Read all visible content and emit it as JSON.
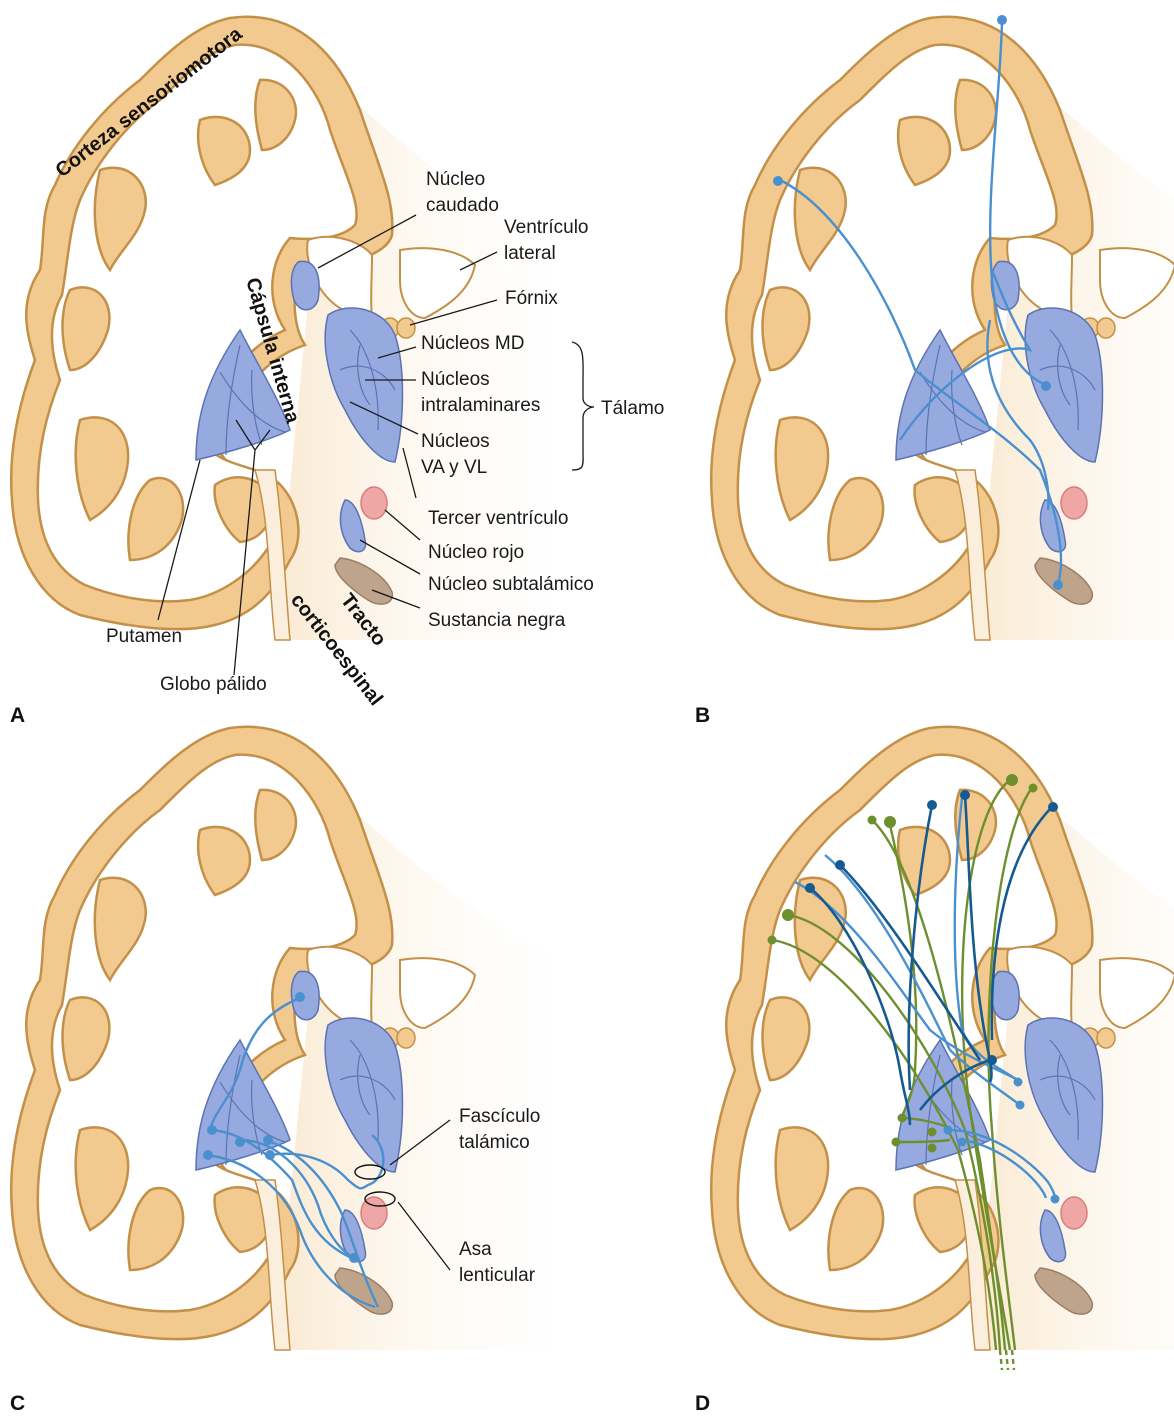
{
  "panels": {
    "a": "A",
    "b": "B",
    "c": "C",
    "d": "D"
  },
  "labels": {
    "corteza": "Corteza sensoriomotora",
    "capsula": "Cápsula interna",
    "tracto1": "Tracto",
    "tracto2": "corticoespinal",
    "caudado1": "Núcleo",
    "caudado2": "caudado",
    "ventriculo1": "Ventrículo",
    "ventriculo2": "lateral",
    "fornix": "Fórnix",
    "md": "Núcleos MD",
    "intra1": "Núcleos",
    "intra2": "intralaminares",
    "vavl1": "Núcleos",
    "vavl2": "VA y VL",
    "talamo": "Tálamo",
    "tercer": "Tercer ventrículo",
    "rojo": "Núcleo rojo",
    "subtal": "Núcleo subtalámico",
    "negra": "Sustancia negra",
    "putamen": "Putamen",
    "globo": "Globo pálido",
    "fasciculo1": "Fascículo",
    "fasciculo2": "talámico",
    "asa1": "Asa",
    "asa2": "lenticular"
  },
  "colors": {
    "cortex": "#f2c98f",
    "nuclei": "#97aadf",
    "red_nucleus": "#eea7a5",
    "substantia_nigra": "#bfa48c",
    "fiber_light_blue": "#4a90cf",
    "fiber_dark_blue": "#175a8f",
    "fiber_green": "#6e8f2e"
  }
}
